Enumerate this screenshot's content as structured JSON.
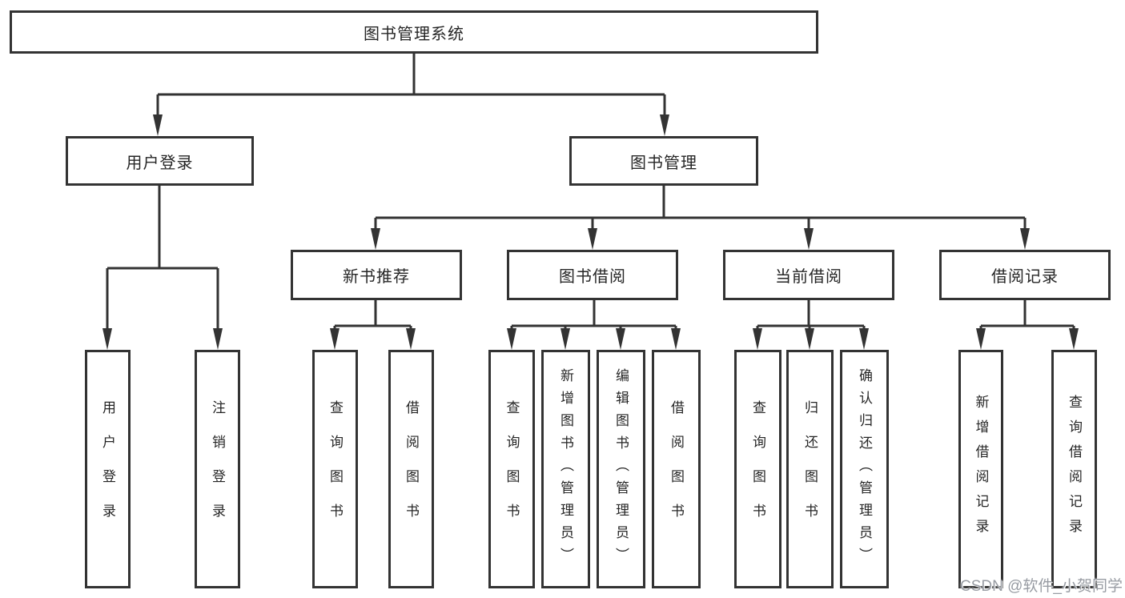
{
  "tree": {
    "label": "图书管理系统",
    "children": [
      {
        "label": "用户登录",
        "children": [
          {
            "label": "用户登录"
          },
          {
            "label": "注销登录"
          }
        ]
      },
      {
        "label": "图书管理",
        "children": [
          {
            "label": "新书推荐",
            "children": [
              {
                "label": "查询图书"
              },
              {
                "label": "借阅图书"
              }
            ]
          },
          {
            "label": "图书借阅",
            "children": [
              {
                "label": "查询图书"
              },
              {
                "label": "新增图书（管理员）"
              },
              {
                "label": "编辑图书（管理员）"
              },
              {
                "label": "借阅图书"
              }
            ]
          },
          {
            "label": "当前借阅",
            "children": [
              {
                "label": "查询图书"
              },
              {
                "label": "归还图书"
              },
              {
                "label": "确认归还（管理员）"
              }
            ]
          },
          {
            "label": "借阅记录",
            "children": [
              {
                "label": "新增借阅记录"
              },
              {
                "label": "查询借阅记录"
              }
            ]
          }
        ]
      }
    ]
  },
  "watermark": {
    "text": "CSDN @软件_小贺同学"
  },
  "colors": {
    "line": "#333333",
    "text": "#262626",
    "box_bg": "#ffffff",
    "page_bg": "#ffffff",
    "watermark": "#989ca3"
  }
}
